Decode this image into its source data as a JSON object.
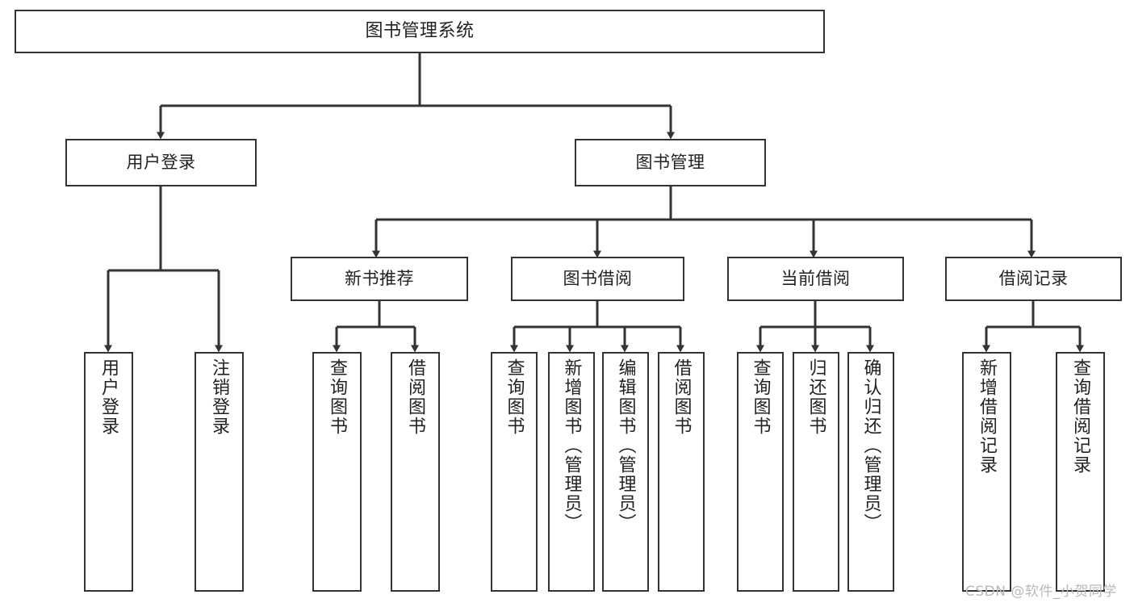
{
  "diagram": {
    "type": "tree",
    "title": "图书管理系统",
    "root": {
      "label": "图书管理系统"
    },
    "level1": [
      {
        "label": "用户登录"
      },
      {
        "label": "图书管理"
      }
    ],
    "level2": [
      {
        "label": "新书推荐"
      },
      {
        "label": "图书借阅"
      },
      {
        "label": "当前借阅"
      },
      {
        "label": "借阅记录"
      }
    ],
    "leaves": {
      "user_login": [
        {
          "label": "用户登录"
        },
        {
          "label": "注销登录"
        }
      ],
      "new_book": [
        {
          "label": "查询图书"
        },
        {
          "label": "借阅图书"
        }
      ],
      "book_borrow": [
        {
          "label": "查询图书"
        },
        {
          "label": "新增图书（管理员）"
        },
        {
          "label": "编辑图书（管理员）"
        },
        {
          "label": "借阅图书"
        }
      ],
      "current_borrow": [
        {
          "label": "查询图书"
        },
        {
          "label": "归还图书"
        },
        {
          "label": "确认归还（管理员）"
        }
      ],
      "borrow_record": [
        {
          "label": "新增借阅记录"
        },
        {
          "label": "查询借阅记录"
        }
      ]
    }
  },
  "watermark": {
    "text": "CSDN @软件_小贺同学"
  },
  "colors": {
    "stroke": "#333333",
    "text": "#222222",
    "background": "#ffffff",
    "watermark": "#b9b9b9"
  }
}
